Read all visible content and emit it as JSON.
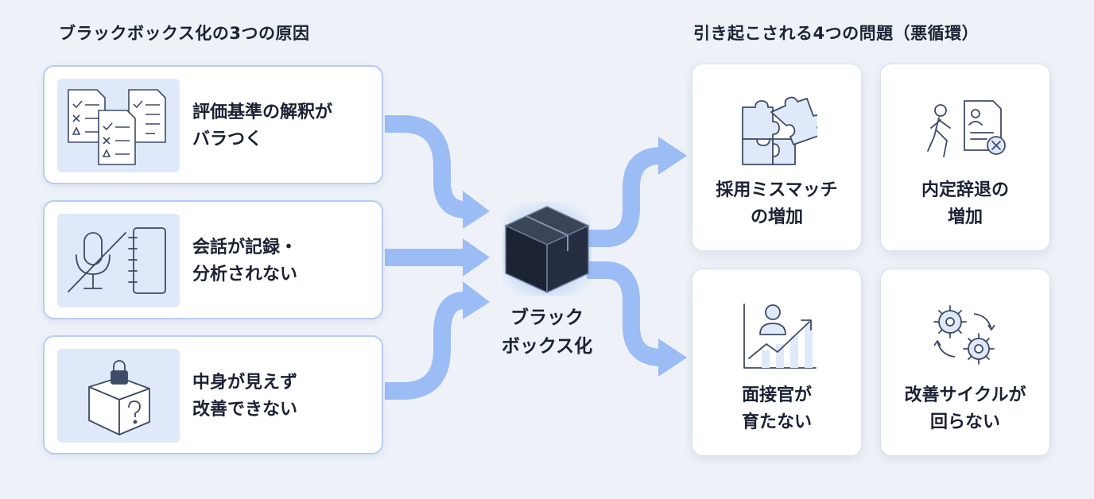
{
  "left_title": "ブラックボックス化の3つの原因",
  "right_title": "引き起こされる4つの問題（悪循環）",
  "center": {
    "line1": "ブラック",
    "line2": "ボックス化",
    "icon": "dark-cube-box-icon"
  },
  "causes": [
    {
      "line1": "評価基準の解釈が",
      "line2": "バラつく",
      "icon": "checklist-documents-icon"
    },
    {
      "line1": "会話が記録・",
      "line2": "分析されない",
      "icon": "muted-microphone-notebook-icon"
    },
    {
      "line1": "中身が見えず",
      "line2": "改善できない",
      "icon": "locked-question-box-icon"
    }
  ],
  "effects": [
    {
      "line1": "採用ミスマッチ",
      "line2": "の増加",
      "icon": "puzzle-mismatch-icon"
    },
    {
      "line1": "内定辞退の",
      "line2": "増加",
      "icon": "person-leaving-offer-icon"
    },
    {
      "line1": "面接官が",
      "line2": "育たない",
      "icon": "growth-chart-person-icon"
    },
    {
      "line1": "改善サイクルが",
      "line2": "回らない",
      "icon": "gears-cycle-icon"
    }
  ],
  "colors": {
    "arrow": "#9cbcf5",
    "accent": "#4a5f86",
    "card_border": "#b9cdef",
    "icon_bg": "#dfe9f9",
    "dark_box": "#1c2434"
  }
}
